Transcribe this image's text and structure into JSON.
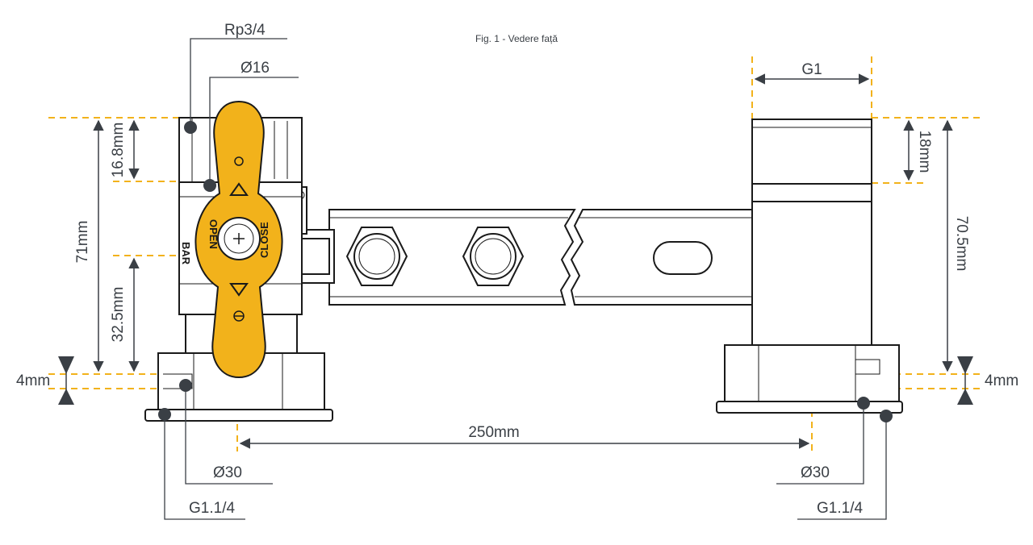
{
  "caption": "Fig. 1 - Vedere față",
  "colors": {
    "handle": "#f2b21b",
    "centerline": "#f2b21b",
    "dimension": "#3a3f45",
    "outline": "#1a1a1a"
  },
  "labels": {
    "rp34": "Rp3/4",
    "d16": "Ø16",
    "g1": "G1",
    "h16_8": "16.8mm",
    "h71": "71mm",
    "h32_5": "32.5mm",
    "h4_left": "4mm",
    "h18": "18mm",
    "h70_5": "70.5mm",
    "h4_right": "4mm",
    "w250": "250mm",
    "d30_left": "Ø30",
    "d30_right": "Ø30",
    "g114_left": "G1.1/4",
    "g114_right": "G1.1/4"
  },
  "handle_text": {
    "open": "OPEN",
    "close": "CLOSE",
    "brand": "BAR"
  }
}
